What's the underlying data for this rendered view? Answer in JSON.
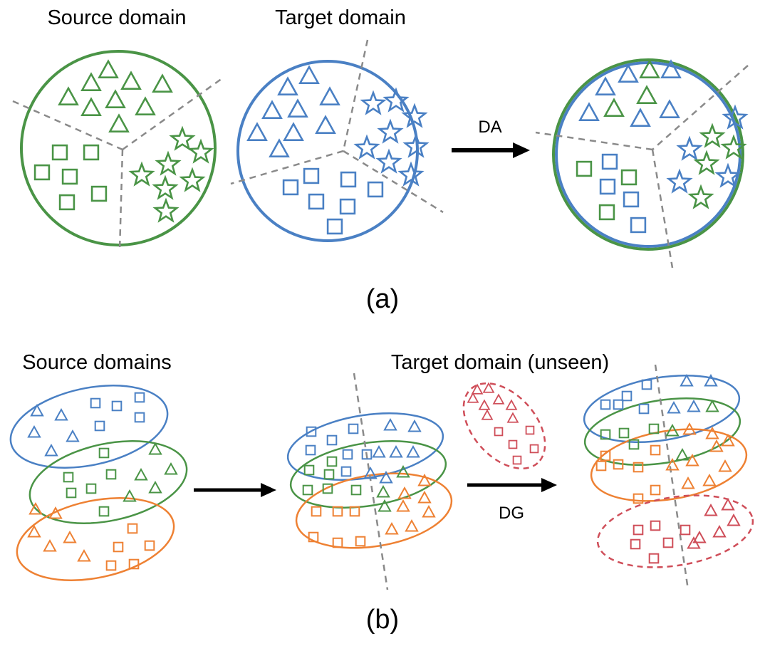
{
  "panel_a": {
    "source_label": "Source domain",
    "target_label": "Target domain",
    "arrow_label": "DA",
    "caption": "(a)"
  },
  "panel_b": {
    "source_label": "Source domains",
    "target_label": "Target domain (unseen)",
    "arrow_label": "DG",
    "caption": "(b)"
  },
  "colors": {
    "green": "#4a9446",
    "blue": "#4a80c4",
    "orange": "#ee8133",
    "red": "#cf4e59",
    "boundary": "#8a8a8a",
    "arrow": "#000000"
  },
  "icons": [
    "triangle-icon",
    "square-icon",
    "star-icon"
  ]
}
